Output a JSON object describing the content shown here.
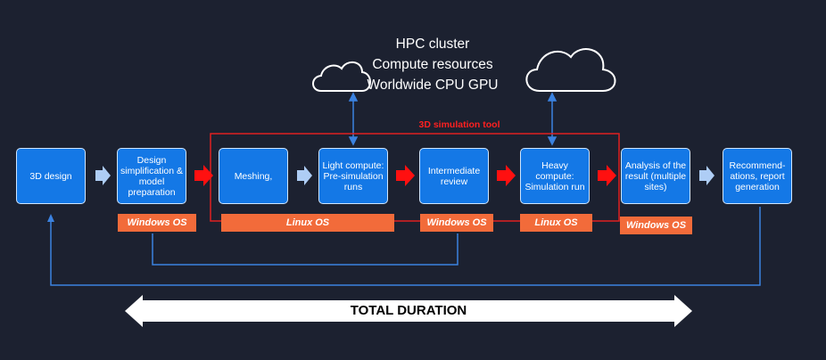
{
  "hpc": {
    "lines": [
      "HPC cluster",
      "Compute resources",
      "Worldwide CPU GPU"
    ]
  },
  "sim_tool_label": "3D simulation tool",
  "steps": [
    "3D design",
    "Design simplification & model preparation",
    "Meshing,",
    "Light compute: Pre-simulation runs",
    "Intermediate review",
    "Heavy compute: Simulation run",
    "Analysis of the result (multiple sites)",
    "Recommend-ations, report generation"
  ],
  "os_labels": {
    "design_prep": "Windows OS",
    "meshing_light": "Linux OS",
    "review": "Windows OS",
    "heavy": "Linux OS",
    "analysis": "Windows OS"
  },
  "duration_label": "TOTAL DURATION",
  "colors": {
    "background": "#1c2130",
    "box": "#1478e6",
    "os_badge": "#f26b3a",
    "red_arrow": "#ff1010",
    "light_arrow": "#aecdf5",
    "connector": "#3b82e0",
    "sim_frame": "#e02020"
  },
  "icons": [
    "cloud-icon",
    "cloud-icon"
  ]
}
